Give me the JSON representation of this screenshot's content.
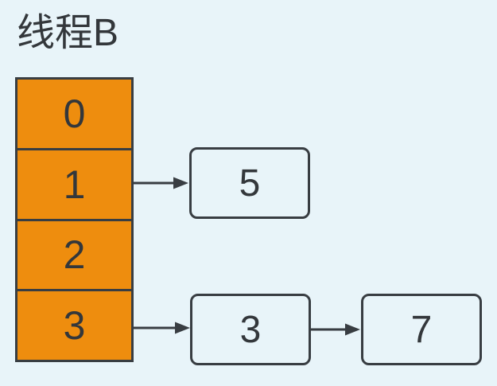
{
  "colors": {
    "bg": "#e8f4f9",
    "orange": "#ee8d0e",
    "stroke": "#383d42",
    "ink": "#33373b"
  },
  "diagram": {
    "title": "线程B",
    "array": {
      "cells": [
        {
          "label": "0"
        },
        {
          "label": "1"
        },
        {
          "label": "2"
        },
        {
          "label": "3"
        }
      ]
    },
    "nodes": [
      {
        "id": "node-5",
        "label": "5"
      },
      {
        "id": "node-3",
        "label": "3"
      },
      {
        "id": "node-7",
        "label": "7"
      }
    ],
    "edges": [
      {
        "from": "array-cell-1",
        "to": "node-5"
      },
      {
        "from": "array-cell-3",
        "to": "node-3"
      },
      {
        "from": "node-3",
        "to": "node-7"
      }
    ]
  }
}
